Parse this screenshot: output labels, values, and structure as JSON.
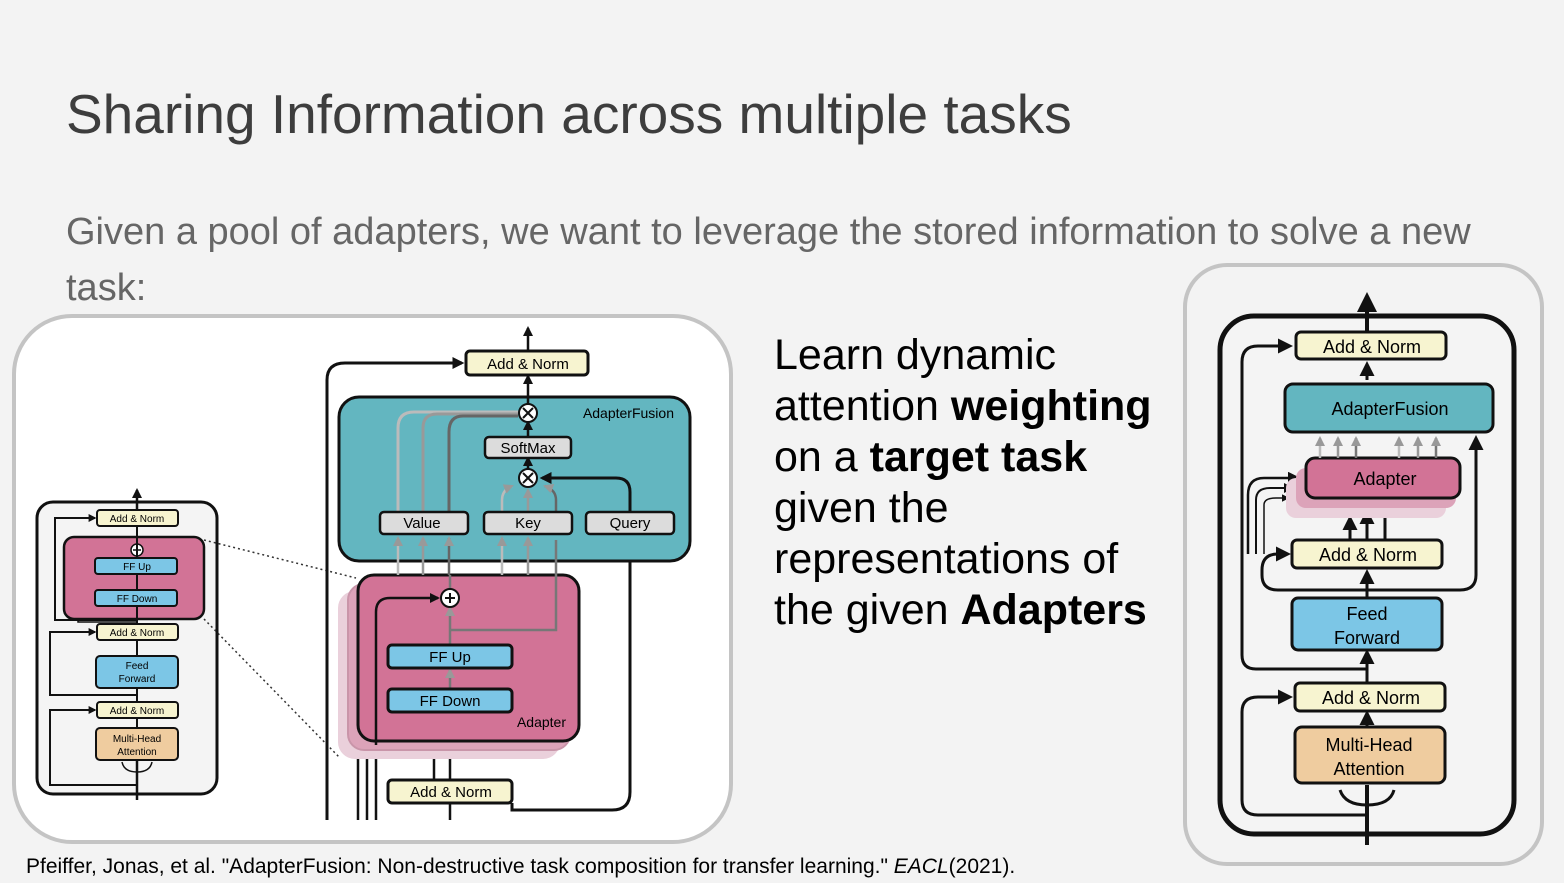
{
  "slide": {
    "title": "Sharing Information across multiple tasks",
    "subtitle": "Given a pool of adapters, we want to leverage the stored information to solve a new task:",
    "description": {
      "p1": "Learn dynamic attention ",
      "b1": "weighting",
      "p2": " on a ",
      "b2": "target task",
      "p3": " given the representations of the given ",
      "b3": "Adapters"
    },
    "citation": {
      "text": "Pfeiffer, Jonas, et al. \"AdapterFusion: Non-destructive task composition for transfer learning.\" ",
      "venue": "EACL",
      "year": "(2021)."
    }
  },
  "left_diagram": {
    "small": {
      "add_norm_top": "Add & Norm",
      "ff_up": "FF Up",
      "ff_down": "FF Down",
      "add_norm_mid": "Add & Norm",
      "feed": "Feed",
      "forward": "Forward",
      "add_norm_low": "Add & Norm",
      "mha1": "Multi-Head",
      "mha2": "Attention"
    },
    "large": {
      "add_norm_top": "Add & Norm",
      "fusion": "AdapterFusion",
      "softmax": "SoftMax",
      "value": "Value",
      "key": "Key",
      "query": "Query",
      "ff_up": "FF Up",
      "ff_down": "FF Down",
      "adapter": "Adapter",
      "add_norm_bottom": "Add & Norm"
    }
  },
  "right_diagram": {
    "add_norm_top": "Add & Norm",
    "fusion": "AdapterFusion",
    "adapter": "Adapter",
    "add_norm_mid": "Add & Norm",
    "feed": "Feed",
    "forward": "Forward",
    "add_norm_low": "Add & Norm",
    "mha1": "Multi-Head",
    "mha2": "Attention"
  },
  "colors": {
    "teal": "#63b6c0",
    "pink": "#d27396",
    "blue": "#7cc6e6",
    "yellow": "#f7f4d0",
    "tan": "#efcc9f",
    "grey_box": "#dcdcdc"
  }
}
